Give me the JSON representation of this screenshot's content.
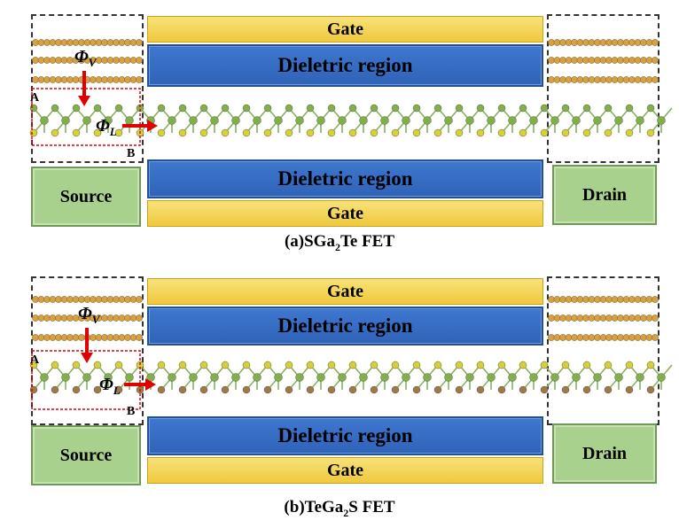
{
  "panels": [
    {
      "id": "a",
      "gate_top": "Gate",
      "dielectric_top": "Dieletric region",
      "dielectric_bottom": "Dieletric region",
      "gate_bottom": "Gate",
      "source": "Source",
      "drain": "Drain",
      "phi_v": "Φ",
      "phi_v_sub": "V",
      "phi_l": "Φ",
      "phi_l_sub": "L",
      "point_a": "A",
      "point_b": "B",
      "caption_pre": "(a)SGa",
      "caption_sub": "2",
      "caption_post": "Te FET"
    },
    {
      "id": "b",
      "gate_top": "Gate",
      "dielectric_top": "Dieletric region",
      "dielectric_bottom": "Dieletric region",
      "gate_bottom": "Gate",
      "source": "Source",
      "drain": "Drain",
      "phi_v": "Φ",
      "phi_v_sub": "V",
      "phi_l": "Φ",
      "phi_l_sub": "L",
      "point_a": "A",
      "point_b": "B",
      "caption_pre": "(b)TeGa",
      "caption_sub": "2",
      "caption_post": "S FET"
    }
  ],
  "colors": {
    "gate": "#f0c93c",
    "dielectric": "#2f63b8",
    "contact": "#a9d18e",
    "arrow": "#e00000",
    "ga_atom": "#7fb050",
    "chalcogen_atom": "#d4d23a",
    "te_atom": "#9a7a4a",
    "electrode_atom": "#d9a040"
  }
}
